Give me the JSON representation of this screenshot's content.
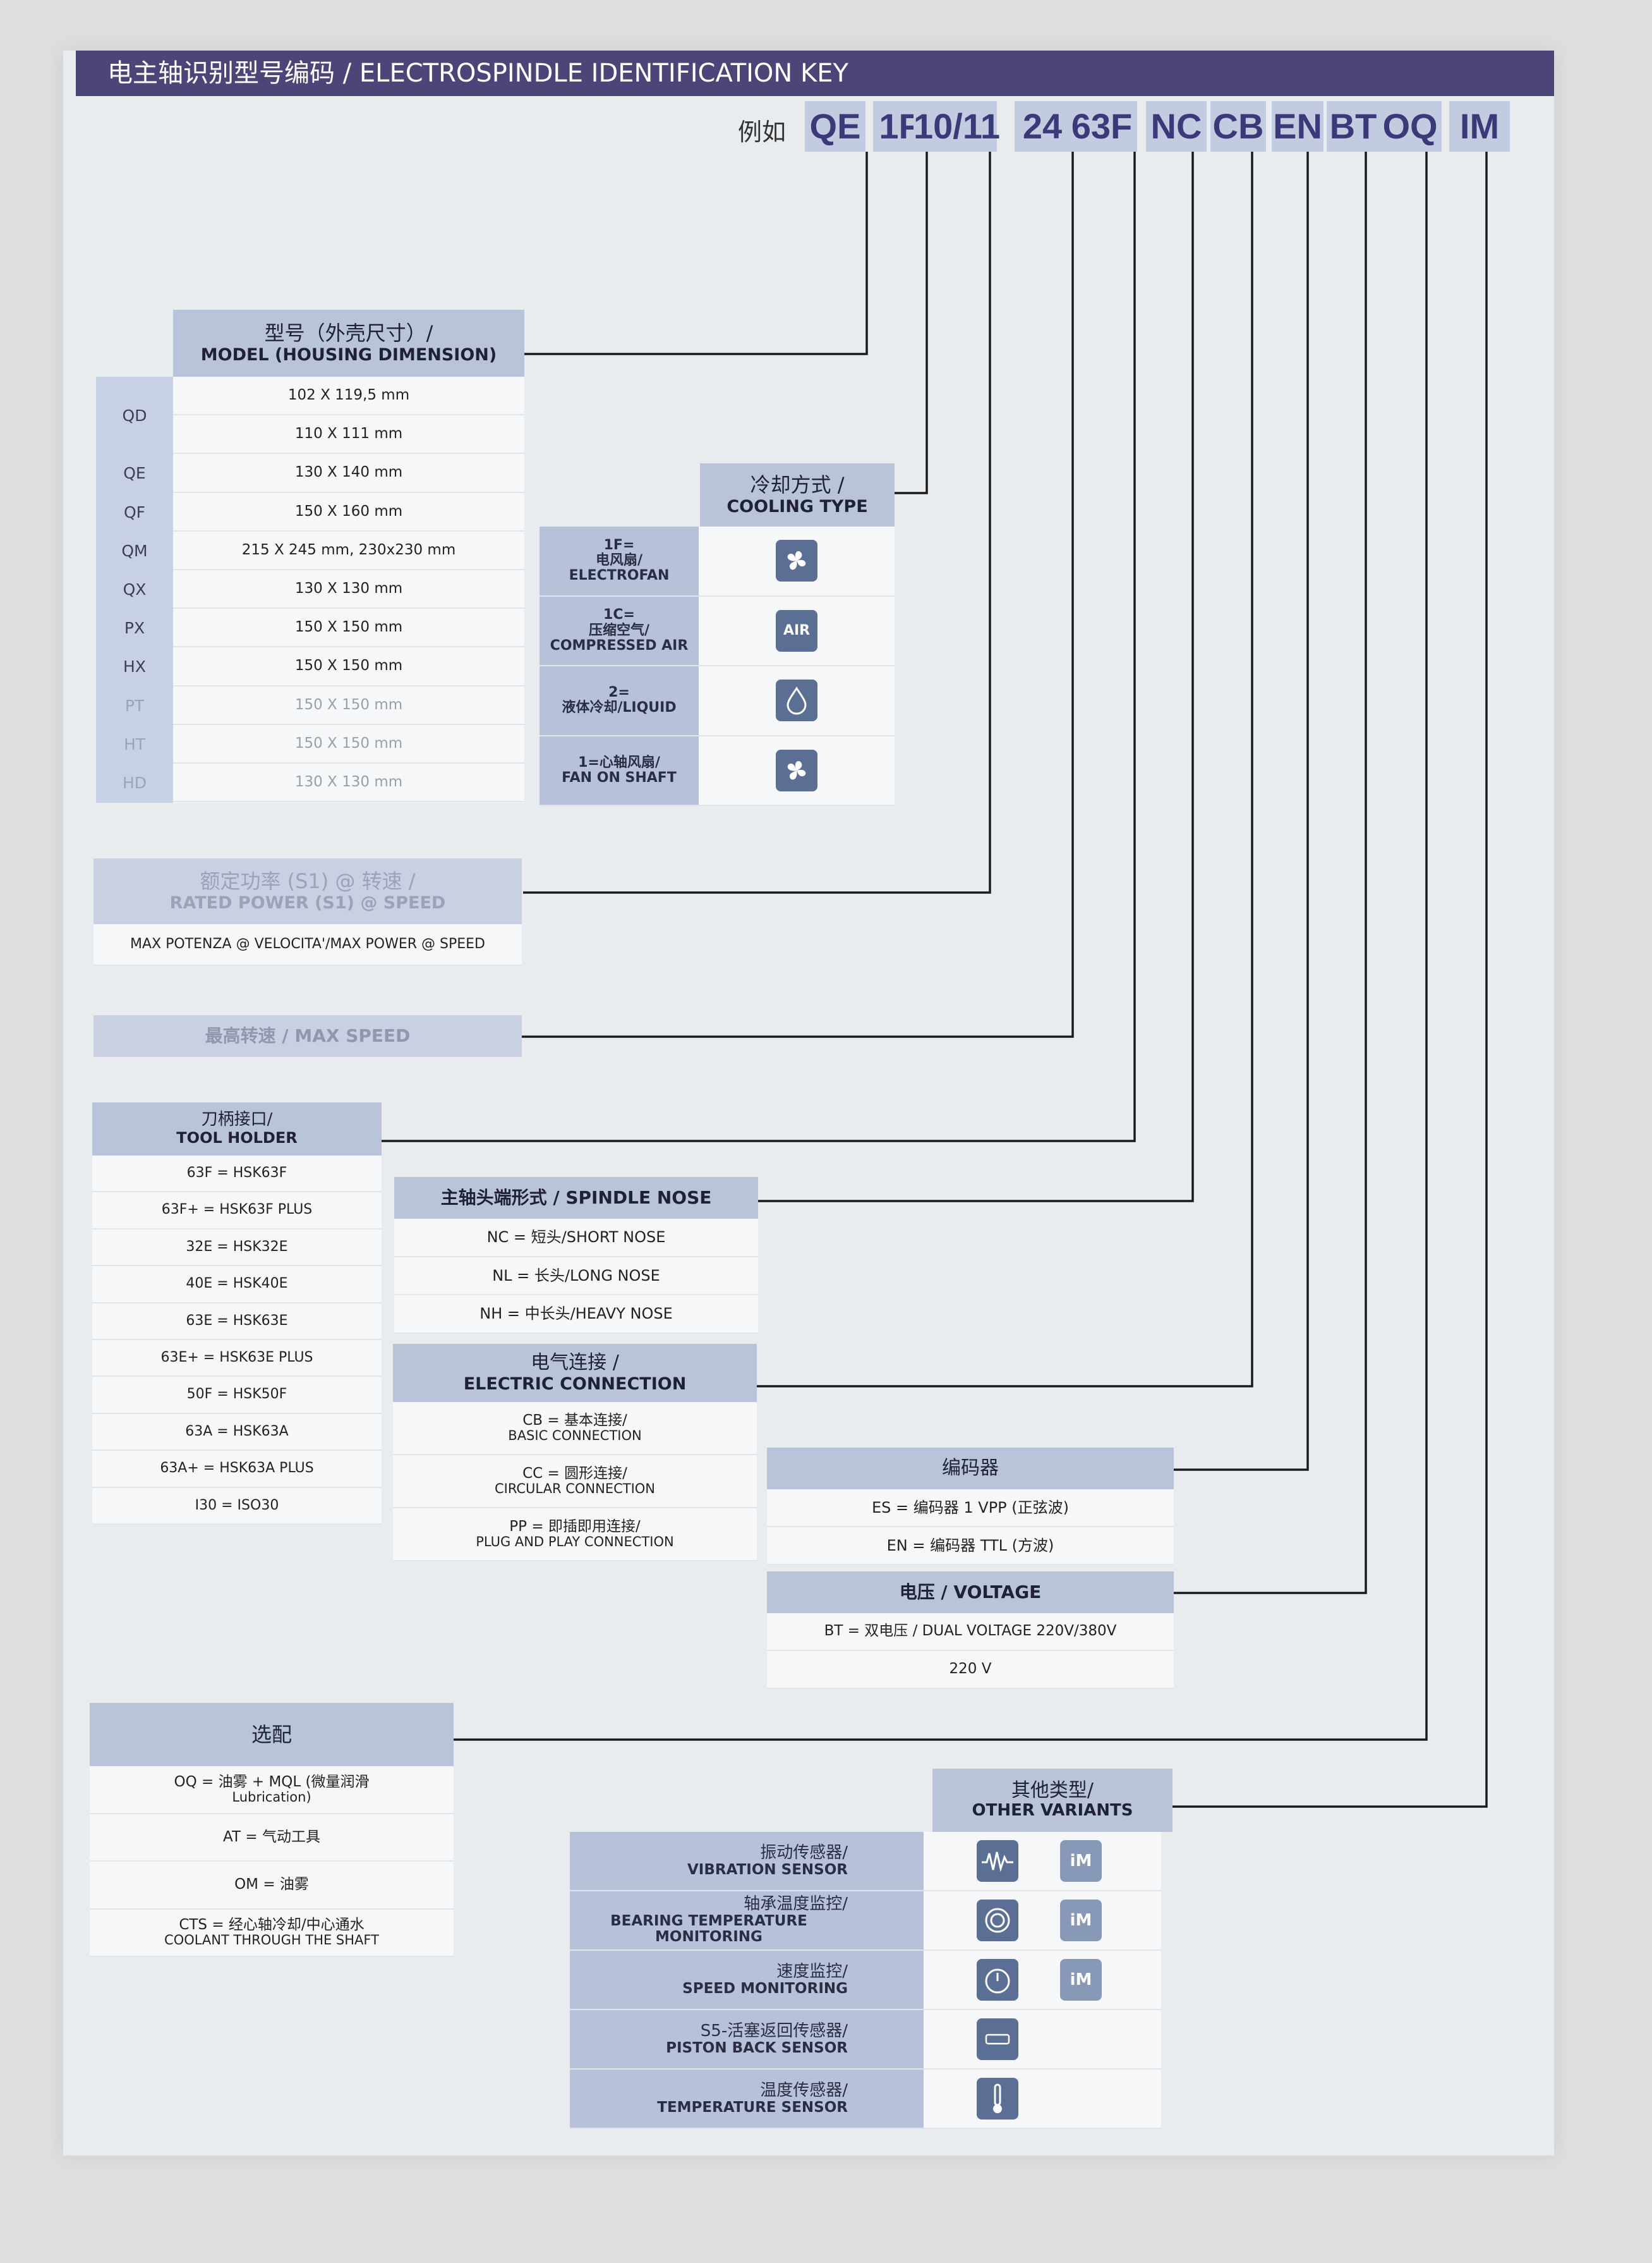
{
  "title": "电主轴识别型号编码 / ELECTROSPINDLE IDENTIFICATION KEY",
  "example_label": "例如",
  "example_codes": [
    "QE",
    "1F",
    "10/11",
    "24",
    "63F",
    "NC",
    "CB",
    "EN",
    "BT",
    "OQ",
    "IM"
  ],
  "model": {
    "header_cn": "型号（外壳尺寸）/",
    "header_en": "MODEL (HOUSING DIMENSION)",
    "rows": [
      {
        "code": "QD",
        "dim": "102 X 119,5 mm"
      },
      {
        "code": "",
        "dim": "110 X 111 mm"
      },
      {
        "code": "QE",
        "dim": "130 X 140 mm"
      },
      {
        "code": "QF",
        "dim": "150 X 160 mm"
      },
      {
        "code": "QM",
        "dim": "215 X 245 mm, 230x230 mm"
      },
      {
        "code": "QX",
        "dim": "130 X 130 mm"
      },
      {
        "code": "PX",
        "dim": "150 X 150 mm"
      },
      {
        "code": "HX",
        "dim": "150 X 150 mm"
      },
      {
        "code": "PT",
        "dim": "150 X 150 mm"
      },
      {
        "code": "HT",
        "dim": "150 X 150 mm"
      },
      {
        "code": "HD",
        "dim": "130 X 130 mm"
      }
    ]
  },
  "cooling": {
    "header_cn": "冷却方式 /",
    "header_en": "COOLING TYPE",
    "rows": [
      {
        "code": "1F=",
        "cn": "电风扇/",
        "en": "ELECTROFAN",
        "icon": "fan-icon"
      },
      {
        "code": "1C=",
        "cn": "压缩空气/",
        "en": "COMPRESSED AIR",
        "icon": "air-icon",
        "icon_text": "AIR"
      },
      {
        "code": "2=",
        "cn": "液体冷却/LIQUID",
        "en": "",
        "icon": "liquid-drop-icon"
      },
      {
        "code": "",
        "cn": "1=心轴风扇/",
        "en": "FAN ON SHAFT",
        "icon": "fan-icon"
      }
    ]
  },
  "rated_power": {
    "header_cn": "额定功率 (S1) @ 转速 /",
    "header_en": "RATED POWER (S1) @ SPEED",
    "row": "MAX POTENZA @ VELOCITA'/MAX POWER @ SPEED"
  },
  "max_speed": {
    "label": "最高转速 / MAX SPEED"
  },
  "tool_holder": {
    "header_cn": "刀柄接口/",
    "header_en": "TOOL HOLDER",
    "rows": [
      "63F = HSK63F",
      "63F+ = HSK63F PLUS",
      "32E = HSK32E",
      "40E = HSK40E",
      "63E = HSK63E",
      "63E+ = HSK63E PLUS",
      "50F = HSK50F",
      "63A = HSK63A",
      "63A+ = HSK63A PLUS",
      "I30 = ISO30"
    ]
  },
  "spindle_nose": {
    "header": "主轴头端形式 / SPINDLE NOSE",
    "rows": [
      "NC = 短头/SHORT NOSE",
      "NL = 长头/LONG NOSE",
      "NH = 中长头/HEAVY NOSE"
    ]
  },
  "electric": {
    "header_cn": "电气连接 /",
    "header_en": "ELECTRIC CONNECTION",
    "rows": [
      {
        "a": "CB = 基本连接/",
        "b": "BASIC CONNECTION"
      },
      {
        "a": "CC = 圆形连接/",
        "b": "CIRCULAR CONNECTION"
      },
      {
        "a": "PP = 即插即用连接/",
        "b": "PLUG AND PLAY CONNECTION"
      }
    ]
  },
  "encoder": {
    "header": "编码器",
    "rows": [
      "ES = 编码器 1 VPP (正弦波)",
      "EN = 编码器 TTL (方波)"
    ]
  },
  "voltage": {
    "header": "电压 / VOLTAGE",
    "rows": [
      "BT = 双电压 / DUAL VOLTAGE 220V/380V",
      "220 V"
    ]
  },
  "options": {
    "header": "选配",
    "rows": [
      {
        "a": "OQ = 油雾 + MQL (微量润滑",
        "b": "Lubrication)"
      },
      {
        "a": "AT = 气动工具",
        "b": ""
      },
      {
        "a": "OM = 油雾",
        "b": ""
      },
      {
        "a": "CTS = 经心轴冷却/中心通水",
        "b": "COOLANT THROUGH THE SHAFT"
      }
    ]
  },
  "other_variants": {
    "header_cn": "其他类型/",
    "header_en": "OTHER VARIANTS",
    "rows": [
      {
        "cn": "振动传感器/",
        "en": "VIBRATION SENSOR",
        "icons": [
          "vibration-sensor-icon",
          "im-smart-sensor-icon"
        ]
      },
      {
        "cn": "轴承温度监控/",
        "en": "BEARING TEMPERATURE MONITORING",
        "icons": [
          "bearing-temperature-icon",
          "im-smart-sensor-icon"
        ]
      },
      {
        "cn": "速度监控/",
        "en": "SPEED MONITORING",
        "icons": [
          "speed-monitor-icon",
          "im-smart-sensor-icon"
        ]
      },
      {
        "cn": "S5-活塞返回传感器/",
        "en": "PISTON BACK SENSOR",
        "icons": [
          "piston-sensor-icon"
        ]
      },
      {
        "cn": "温度传感器/",
        "en": "TEMPERATURE SENSOR",
        "icons": [
          "thermometer-icon"
        ]
      }
    ],
    "im_text": "iM"
  },
  "colors": {
    "title_bar": "#4c4577",
    "header": "#b9c4db",
    "code_box": "#c3cbe1",
    "line": "#1a1a1a"
  }
}
